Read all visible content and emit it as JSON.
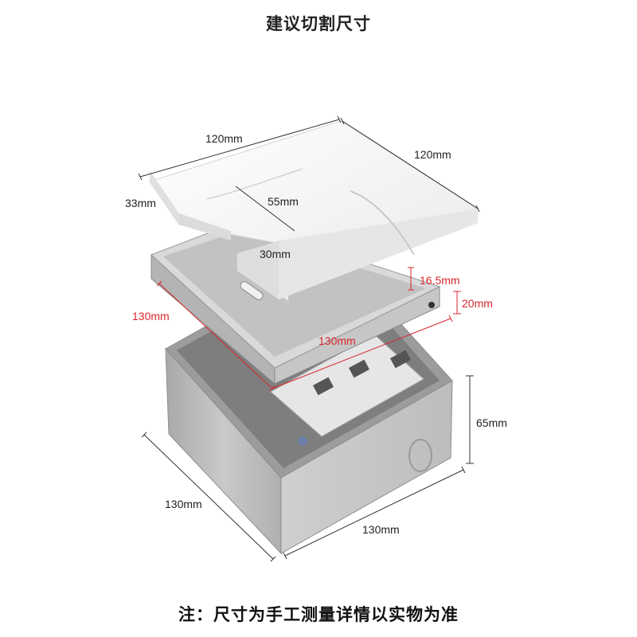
{
  "title": "建议切割尺寸",
  "note": "注：尺寸为手工测量详情以实物为准",
  "colors": {
    "dimension_line": "#333333",
    "accent_red": "#d9262c",
    "steel": "#b9b9b9",
    "tile": "#f2f2f2"
  },
  "dimensions": {
    "tile_length": "120mm",
    "tile_width": "120mm",
    "notch_depth": "33mm",
    "notch_length": "55mm",
    "notch_width": "30mm",
    "tray_depth": "16.5mm",
    "tray_height": "20mm",
    "tray_length": "130mm",
    "tray_width": "130mm",
    "box_height": "65mm",
    "box_length": "130mm",
    "box_width": "130mm"
  }
}
